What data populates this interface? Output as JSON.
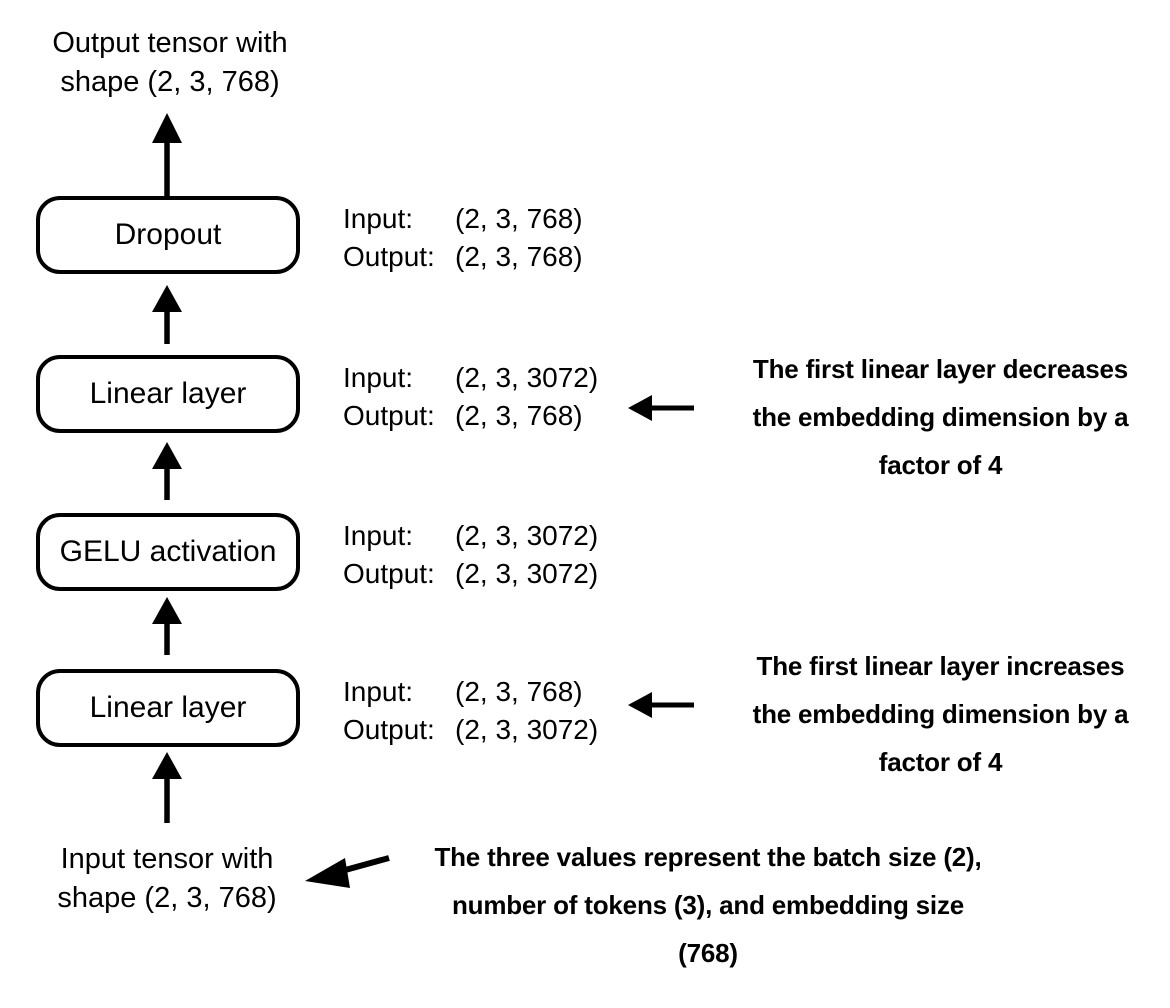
{
  "diagram": {
    "title": "FeedForward module tensor shape flow",
    "background_color": "#ffffff",
    "stroke_color": "#000000",
    "endpoints": {
      "output": "Output tensor with\nshape (2, 3, 768)",
      "input": "Input tensor with\nshape (2, 3, 768)"
    },
    "blocks": [
      {
        "id": "dropout",
        "label": "Dropout",
        "io": {
          "input_key": "Input:",
          "input_value": "(2, 3, 768)",
          "output_key": "Output:",
          "output_value": "(2, 3, 768)"
        }
      },
      {
        "id": "linear-second",
        "label": "Linear layer",
        "io": {
          "input_key": "Input:",
          "input_value": "(2, 3, 3072)",
          "output_key": "Output:",
          "output_value": "(2, 3, 768)"
        }
      },
      {
        "id": "gelu",
        "label": "GELU activation",
        "io": {
          "input_key": "Input:",
          "input_value": "(2, 3, 3072)",
          "output_key": "Output:",
          "output_value": "(2, 3, 3072)"
        }
      },
      {
        "id": "linear-first",
        "label": "Linear layer",
        "io": {
          "input_key": "Input:",
          "input_value": "(2, 3, 768)",
          "output_key": "Output:",
          "output_value": "(2, 3, 3072)"
        }
      }
    ],
    "annotations": [
      {
        "id": "decrease-note",
        "text": "The first linear layer decreases\nthe embedding dimension by a\nfactor of 4"
      },
      {
        "id": "increase-note",
        "text": "The first linear layer increases\nthe embedding dimension by a\nfactor of 4"
      },
      {
        "id": "shape-meaning-note",
        "text": "The three values represent the batch size (2),\nnumber of tokens (3), and embedding size\n(768)"
      }
    ],
    "arrows": [
      {
        "id": "arrow-dropout-to-output",
        "direction": "up"
      },
      {
        "id": "arrow-linear-second-to-dropout",
        "direction": "up"
      },
      {
        "id": "arrow-gelu-to-linear-second",
        "direction": "up"
      },
      {
        "id": "arrow-linear-first-to-gelu",
        "direction": "up"
      },
      {
        "id": "arrow-input-to-linear-first",
        "direction": "up"
      },
      {
        "id": "arrow-decrease-note",
        "direction": "left"
      },
      {
        "id": "arrow-increase-note",
        "direction": "left"
      },
      {
        "id": "arrow-shape-meaning-note",
        "direction": "left-diagonal"
      }
    ]
  }
}
